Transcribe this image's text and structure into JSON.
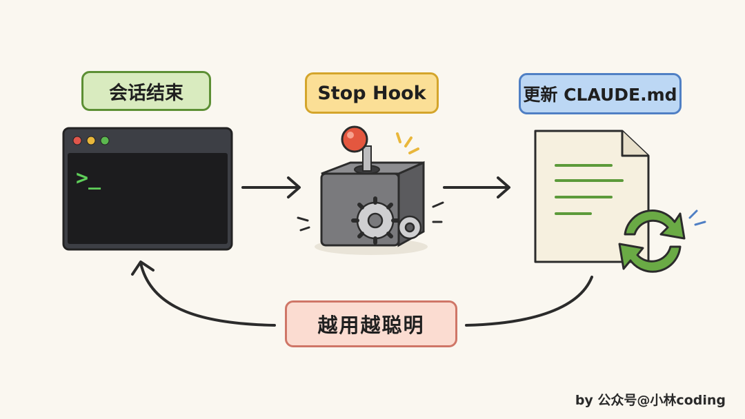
{
  "labels": {
    "session_end": "会话结束",
    "stop_hook": "Stop Hook",
    "update": "更新 CLAUDE.md",
    "loop": "越用越聪明"
  },
  "terminal": {
    "prompt": ">_"
  },
  "credit": "by 公众号@小林coding",
  "colors": {
    "background": "#faf7f0",
    "green": "#5c8f34",
    "yellow": "#d4a52b",
    "blue": "#4f7fc4",
    "red": "#cf7667",
    "terminal_bg": "#1c1c1e",
    "prompt_green": "#5fcf5a"
  }
}
